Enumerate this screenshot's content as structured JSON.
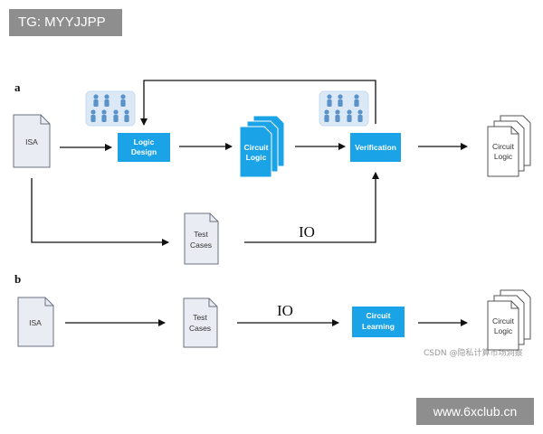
{
  "watermark": {
    "top_left": "TG: MYYJJPP",
    "bottom_right": "www.6xclub.cn",
    "csdn": "CSDN @隐私计算市场洞察"
  },
  "panel_a": {
    "label": "a",
    "isa": "ISA",
    "logic_design": [
      "Logic",
      "Design"
    ],
    "circuit_logic": [
      "Circuit",
      "Logic"
    ],
    "verification": "Verification",
    "output": [
      "Circuit",
      "Logic"
    ],
    "test_cases": [
      "Test",
      "Cases"
    ],
    "io": "IO"
  },
  "panel_b": {
    "label": "b",
    "isa": "ISA",
    "test_cases": [
      "Test",
      "Cases"
    ],
    "io": "IO",
    "circuit_learning": [
      "Circuit",
      "Learning"
    ],
    "output": [
      "Circuit",
      "Logic"
    ]
  },
  "colors": {
    "accent": "#1aa3e6",
    "doc_fill": "#e9ecf2",
    "doc_stroke": "#6b7280",
    "people": "#5b93c9",
    "people_bg": "#dbe9f7"
  }
}
